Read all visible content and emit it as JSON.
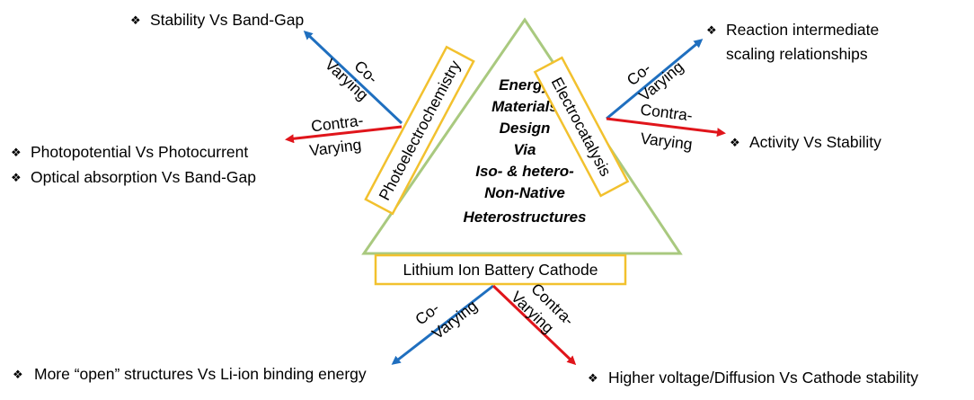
{
  "triangle": {
    "center_text": [
      "Energy",
      "Materials",
      "Design",
      "Via",
      "Iso- & hetero-",
      "Non-Native",
      "Heterostructures"
    ]
  },
  "sides": {
    "left": "Photoelectrochemistry",
    "right": "Electrocatalysis",
    "bottom": "Lithium Ion Battery Cathode"
  },
  "branches": {
    "left_co": {
      "label_line1": "Co-",
      "label_line2": "Varying",
      "bullets": [
        "Stability Vs Band-Gap"
      ]
    },
    "left_contra": {
      "label_line1": "Contra-",
      "label_line2": "Varying",
      "bullets": [
        "Photopotential Vs Photocurrent",
        "Optical absorption Vs Band-Gap"
      ]
    },
    "right_co": {
      "label_line1": "Co-",
      "label_line2": "Varying",
      "bullets": [
        "Reaction intermediate",
        "scaling relationships"
      ]
    },
    "right_contra": {
      "label_line1": "Contra-",
      "label_line2": "Varying",
      "bullets": [
        "Activity Vs Stability"
      ]
    },
    "bottom_co": {
      "label_line1": "Co-",
      "label_line2": "Varying",
      "bullets": [
        "More “open” structures Vs Li-ion binding energy"
      ]
    },
    "bottom_contra": {
      "label_line1": "Contra-",
      "label_line2": "Varying",
      "bullets": [
        "Higher voltage/Diffusion Vs Cathode stability"
      ]
    }
  },
  "bullet_symbol": "❖",
  "colors": {
    "triangle": "#a9c97f",
    "box": "#f2c12e",
    "co_arrow": "#1f6fbf",
    "contra_arrow": "#e0151b",
    "text": "#000000"
  }
}
